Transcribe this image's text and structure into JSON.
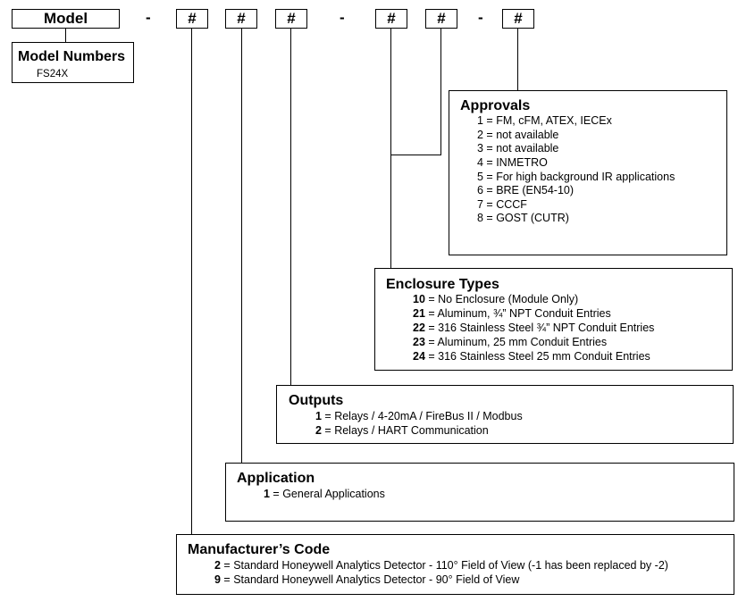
{
  "header": {
    "model_label": "Model",
    "separators": [
      "-",
      "-",
      "-"
    ],
    "slots": [
      "#",
      "#",
      "#",
      "#",
      "#",
      "#"
    ]
  },
  "model_numbers": {
    "title": "Model Numbers",
    "value": "FS24X"
  },
  "approvals": {
    "title": "Approvals",
    "items": [
      "1 = FM, cFM, ATEX, IECEx",
      "2 = not available",
      "3 = not available",
      "4 = INMETRO",
      "5 = For high background IR applications",
      "6 = BRE (EN54-10)",
      "7 = CCCF",
      "8 = GOST (CUTR)"
    ]
  },
  "enclosure": {
    "title": "Enclosure Types",
    "items": [
      {
        "code": "10",
        "text": " = No Enclosure (Module Only)"
      },
      {
        "code": "21",
        "text": " = Aluminum, ¾” NPT Conduit Entries"
      },
      {
        "code": "22",
        "text": " = 316 Stainless Steel ¾” NPT Conduit Entries"
      },
      {
        "code": "23",
        "text": " = Aluminum, 25 mm Conduit Entries"
      },
      {
        "code": "24",
        "text": " = 316 Stainless Steel 25 mm Conduit Entries"
      }
    ]
  },
  "outputs": {
    "title": "Outputs",
    "items": [
      {
        "code": "1",
        "text": " = Relays / 4-20mA / FireBus II / Modbus"
      },
      {
        "code": "2",
        "text": " = Relays / HART Communication"
      }
    ]
  },
  "application": {
    "title": "Application",
    "items": [
      {
        "code": "1",
        "text": " = General Applications"
      }
    ]
  },
  "manufacturer": {
    "title": "Manufacturer’s Code",
    "items": [
      {
        "code": "2",
        "text": " = Standard Honeywell Analytics Detector - 110° Field of View (-1 has been replaced by -2)"
      },
      {
        "code": "9",
        "text": " = Standard Honeywell Analytics Detector - 90° Field of View"
      }
    ]
  }
}
